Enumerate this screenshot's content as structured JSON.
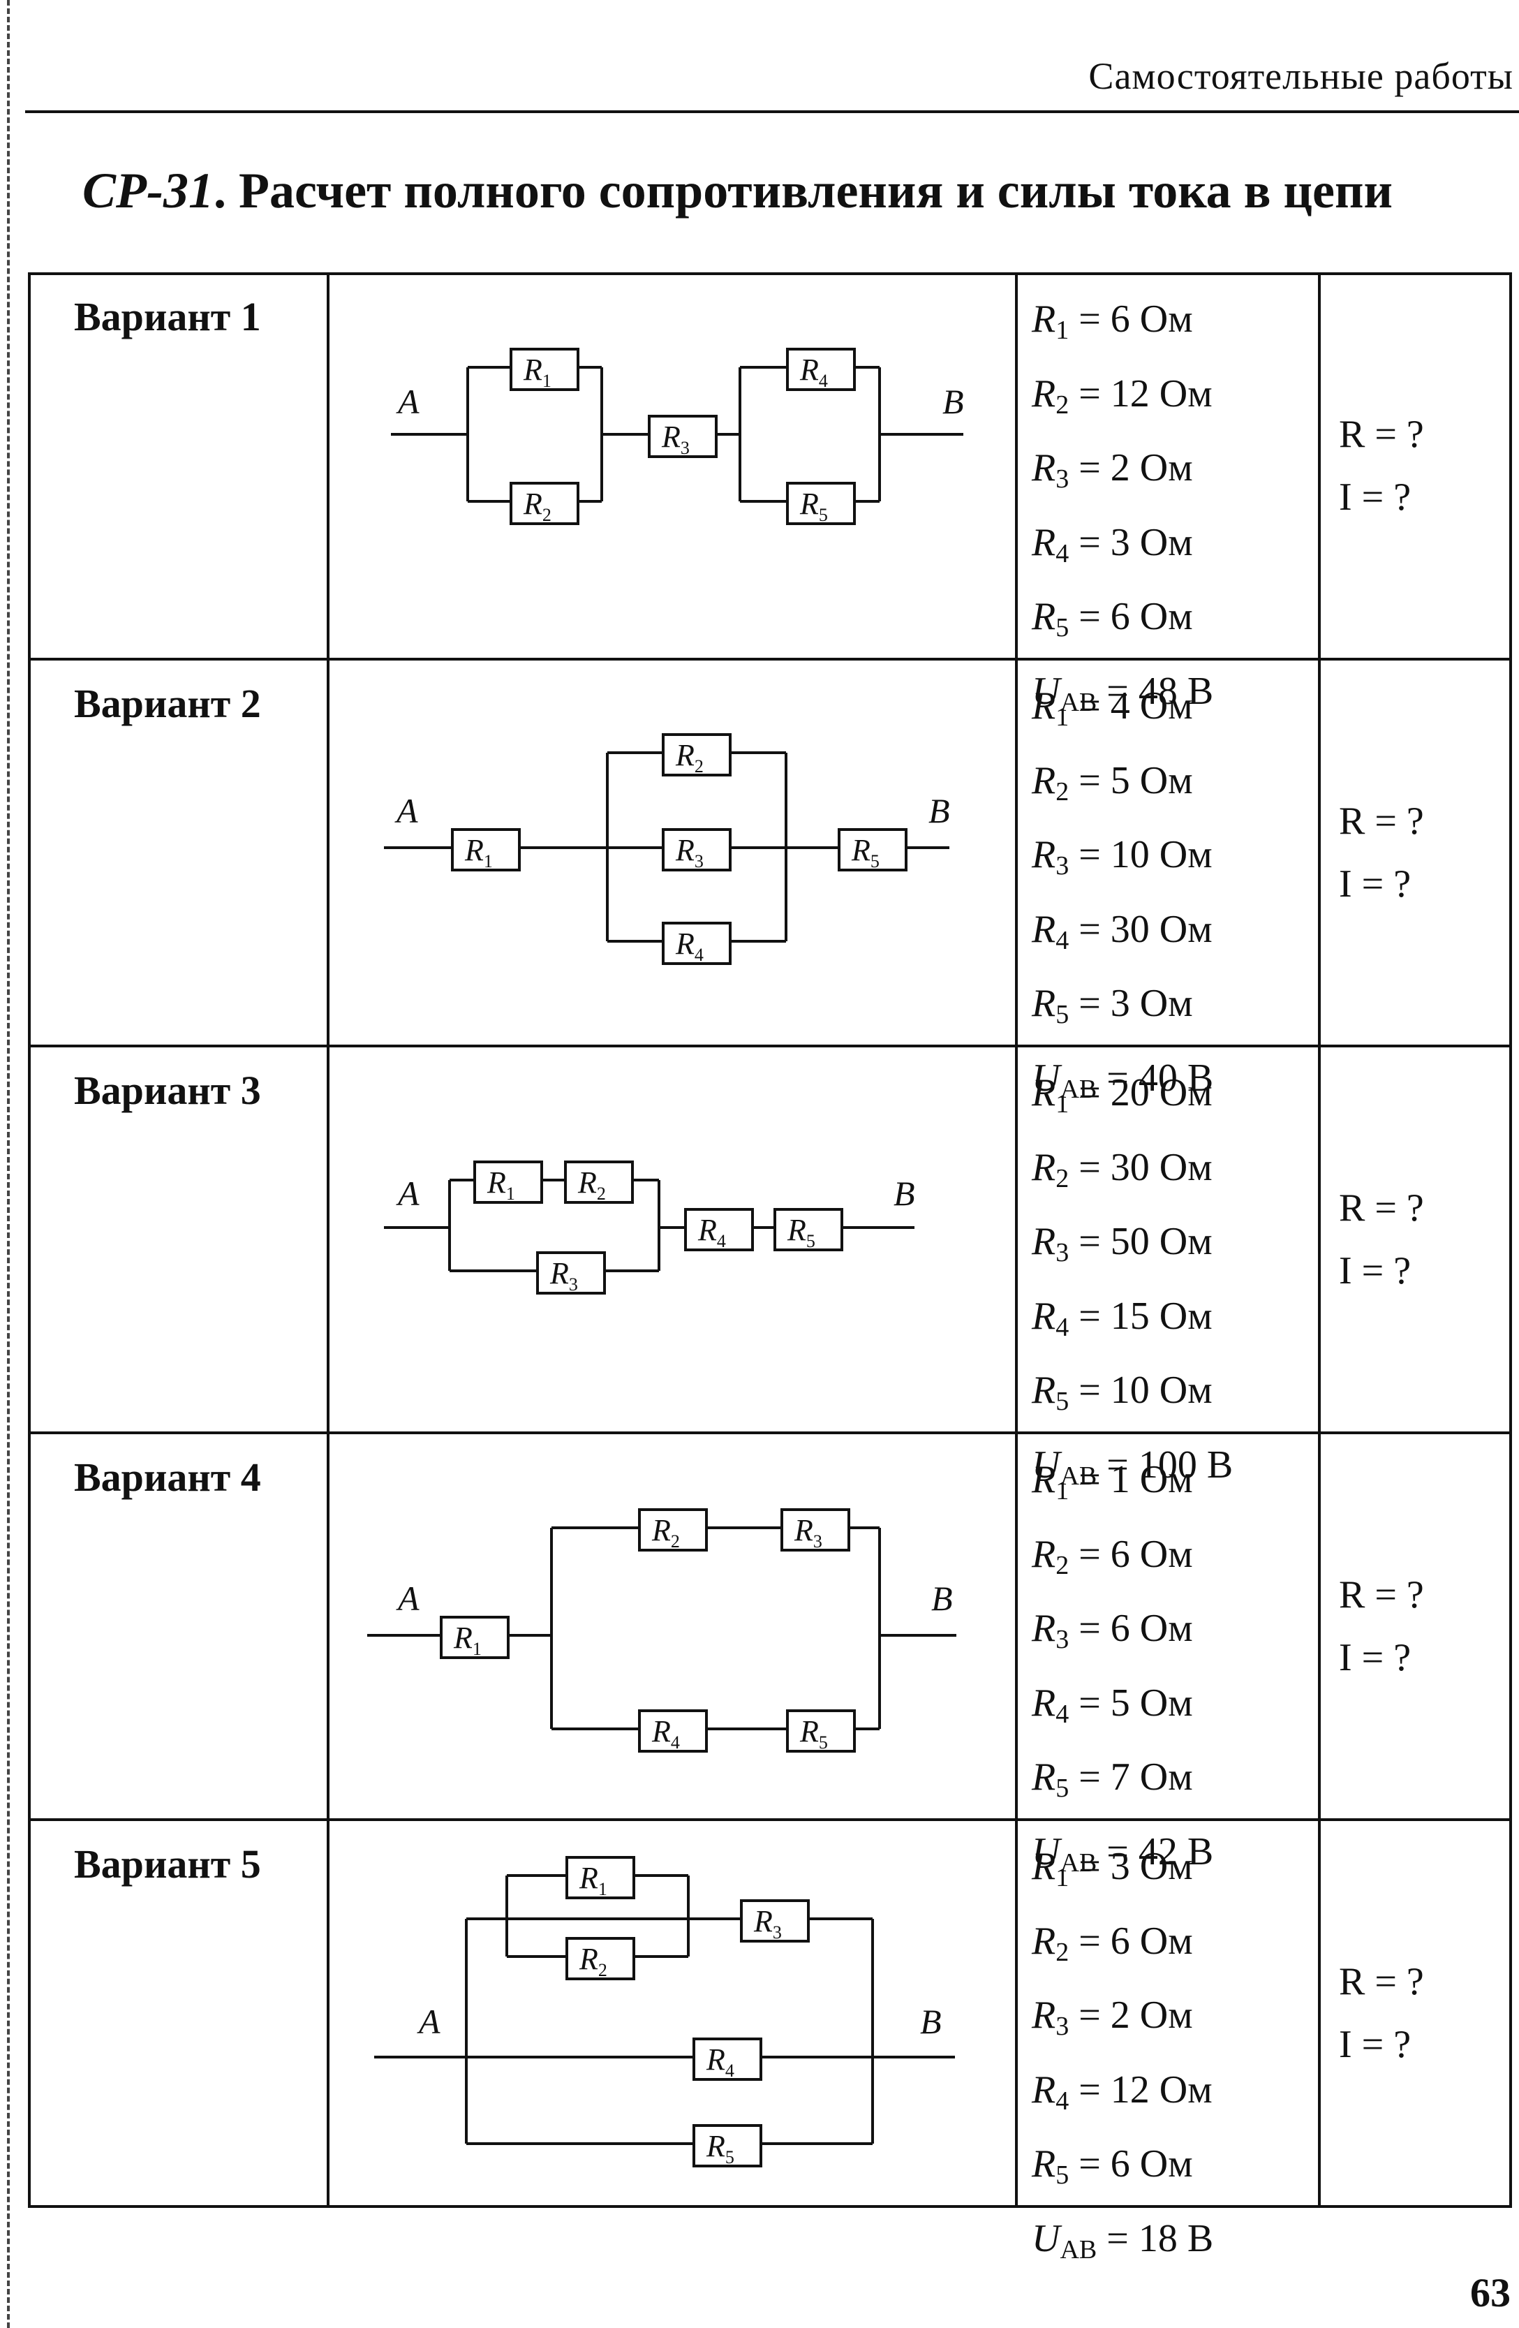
{
  "page": {
    "running_head": "Самостоятельные работы",
    "title_code": "СР-31",
    "title_text": ". Расчет полного сопротивления и силы тока в цепи",
    "page_number": "63"
  },
  "variants": [
    {
      "label": "Вариант 1",
      "values": [
        {
          "sym": "R",
          "sub": "1",
          "val": "6 Ом"
        },
        {
          "sym": "R",
          "sub": "2",
          "val": "12 Ом"
        },
        {
          "sym": "R",
          "sub": "3",
          "val": "2 Ом"
        },
        {
          "sym": "R",
          "sub": "4",
          "val": "3 Ом"
        },
        {
          "sym": "R",
          "sub": "5",
          "val": "6 Ом"
        },
        {
          "sym": "U",
          "sub": "AB",
          "val": "48 В"
        }
      ],
      "ask_r": "R = ?",
      "ask_i": "I = ?",
      "circuit": {
        "A": "A",
        "B": "B",
        "R": [
          "R",
          "1",
          "2",
          "3",
          "4",
          "5"
        ]
      }
    },
    {
      "label": "Вариант 2",
      "values": [
        {
          "sym": "R",
          "sub": "1",
          "val": "4 Ом"
        },
        {
          "sym": "R",
          "sub": "2",
          "val": "5 Ом"
        },
        {
          "sym": "R",
          "sub": "3",
          "val": "10 Ом"
        },
        {
          "sym": "R",
          "sub": "4",
          "val": "30 Ом"
        },
        {
          "sym": "R",
          "sub": "5",
          "val": "3 Ом"
        },
        {
          "sym": "U",
          "sub": "AB",
          "val": "40 В"
        }
      ],
      "ask_r": "R = ?",
      "ask_i": "I = ?",
      "circuit": {
        "A": "A",
        "B": "B"
      }
    },
    {
      "label": "Вариант 3",
      "values": [
        {
          "sym": "R",
          "sub": "1",
          "val": "20 Ом"
        },
        {
          "sym": "R",
          "sub": "2",
          "val": "30 Ом"
        },
        {
          "sym": "R",
          "sub": "3",
          "val": "50 Ом"
        },
        {
          "sym": "R",
          "sub": "4",
          "val": "15 Ом"
        },
        {
          "sym": "R",
          "sub": "5",
          "val": "10 Ом"
        },
        {
          "sym": "U",
          "sub": "AB",
          "val": "100 В"
        }
      ],
      "ask_r": "R = ?",
      "ask_i": "I = ?",
      "circuit": {
        "A": "A",
        "B": "B"
      }
    },
    {
      "label": "Вариант 4",
      "values": [
        {
          "sym": "R",
          "sub": "1",
          "val": "1 Ом"
        },
        {
          "sym": "R",
          "sub": "2",
          "val": "6 Ом"
        },
        {
          "sym": "R",
          "sub": "3",
          "val": "6 Ом"
        },
        {
          "sym": "R",
          "sub": "4",
          "val": "5 Ом"
        },
        {
          "sym": "R",
          "sub": "5",
          "val": "7 Ом"
        },
        {
          "sym": "U",
          "sub": "AB",
          "val": "42 В"
        }
      ],
      "ask_r": "R = ?",
      "ask_i": "I = ?",
      "circuit": {
        "A": "A",
        "B": "B"
      }
    },
    {
      "label": "Вариант 5",
      "values": [
        {
          "sym": "R",
          "sub": "1",
          "val": "3 Ом"
        },
        {
          "sym": "R",
          "sub": "2",
          "val": "6 Ом"
        },
        {
          "sym": "R",
          "sub": "3",
          "val": "2 Ом"
        },
        {
          "sym": "R",
          "sub": "4",
          "val": "12 Ом"
        },
        {
          "sym": "R",
          "sub": "5",
          "val": "6 Ом"
        },
        {
          "sym": "U",
          "sub": "AB",
          "val": "18 В"
        }
      ],
      "ask_r": "R = ?",
      "ask_i": "I = ?",
      "circuit": {
        "A": "A",
        "B": "B"
      }
    }
  ]
}
